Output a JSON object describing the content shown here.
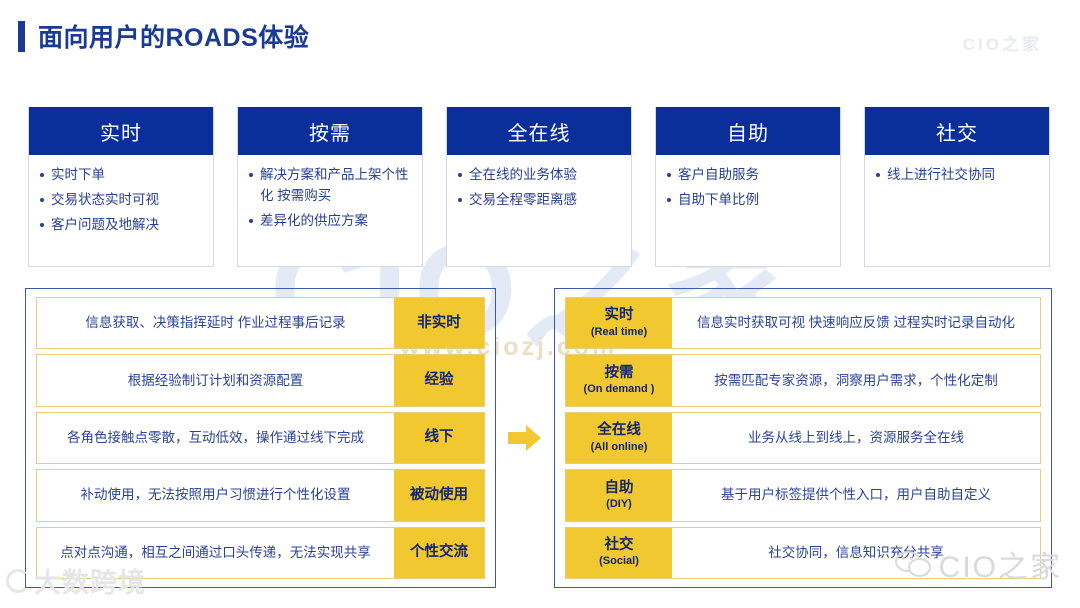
{
  "slide": {
    "title": "面向用户的ROADS体验",
    "accent_blue": "#1b3a93",
    "header_blue": "#0a2f9b",
    "chip_yellow": "#f2c830",
    "body_text_blue": "#27408f"
  },
  "watermarks": {
    "top_right": "CIO之家",
    "center": "CIO之家",
    "center_url": "www.ciozj.com",
    "bottom_left": "大数跨境",
    "bottom_right": "CIO之家"
  },
  "cards": [
    {
      "title": "实时",
      "items": [
        "实时下单",
        "交易状态实时可视",
        "客户问题及地解决"
      ]
    },
    {
      "title": "按需",
      "items": [
        "解决方案和产品上架个性化 按需购买",
        "差异化的供应方案"
      ]
    },
    {
      "title": "全在线",
      "items": [
        "全在线的业务体验",
        "交易全程零距离感"
      ]
    },
    {
      "title": "自助",
      "items": [
        "客户自助服务",
        "自助下单比例"
      ]
    },
    {
      "title": "社交",
      "items": [
        "线上进行社交协同"
      ]
    }
  ],
  "left_panel": {
    "rows": [
      {
        "text": "信息获取、决策指挥延时 作业过程事后记录",
        "chip": "非实时"
      },
      {
        "text": "根据经验制订计划和资源配置",
        "chip": "经验"
      },
      {
        "text": "各角色接触点零散，互动低效，操作通过线下完成",
        "chip": "线下"
      },
      {
        "text": "补动使用，无法按照用户习惯进行个性化设置",
        "chip": "被动使用"
      },
      {
        "text": "点对点沟通，相互之间通过口头传递，无法实现共享",
        "chip": "个性交流"
      }
    ]
  },
  "right_panel": {
    "rows": [
      {
        "chip": "实时",
        "chip_en": "(Real time)",
        "text": "信息实时获取可视 快速响应反馈 过程实时记录自动化"
      },
      {
        "chip": "按需",
        "chip_en": "(On demand )",
        "text": "按需匹配专家资源，洞察用户需求，个性化定制"
      },
      {
        "chip": "全在线",
        "chip_en": "(All online)",
        "text": "业务从线上到线上，资源服务全在线"
      },
      {
        "chip": "自助",
        "chip_en": "(DIY)",
        "text": "基于用户标签提供个性入口，用户自助自定义"
      },
      {
        "chip": "社交",
        "chip_en": "(Social)",
        "text": "社交协同，信息知识充分共享"
      }
    ]
  },
  "arrow": {
    "name": "right-arrow",
    "color": "#f2c830"
  }
}
